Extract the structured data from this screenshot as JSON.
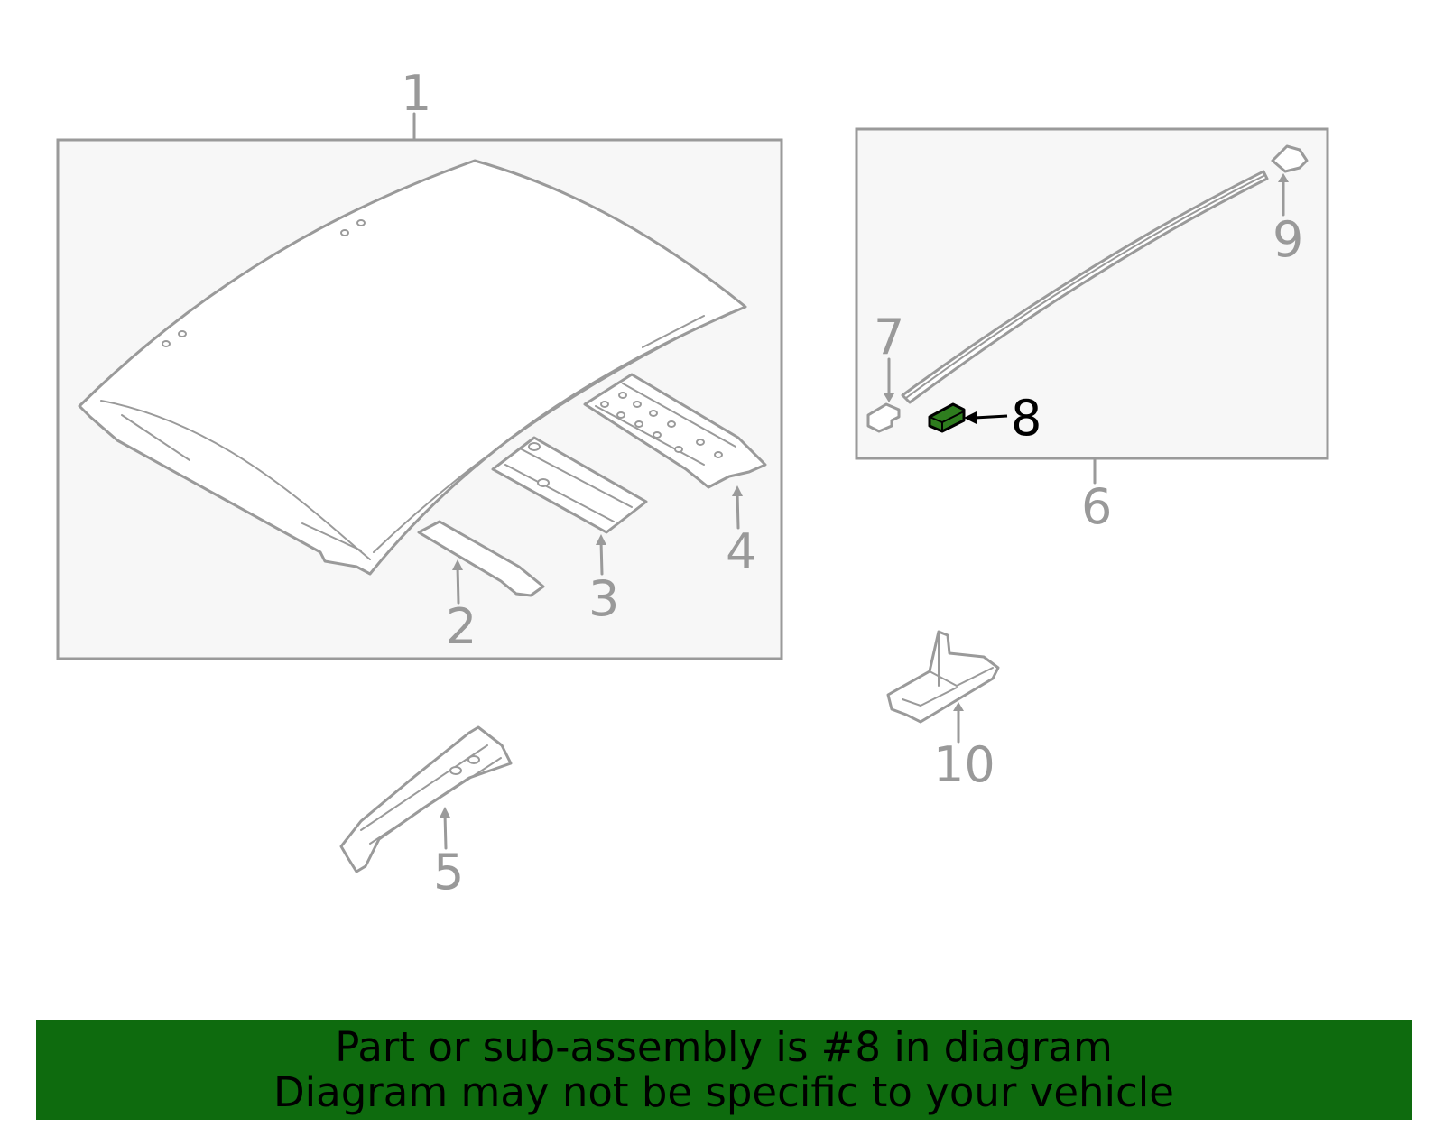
{
  "callouts": {
    "c1": "1",
    "c2": "2",
    "c3": "3",
    "c4": "4",
    "c5": "5",
    "c6": "6",
    "c7": "7",
    "c8": "8",
    "c9": "9",
    "c10": "10"
  },
  "highlighted_part": "8",
  "banner": {
    "line1": "Part or sub-assembly is #8 in diagram",
    "line2": "Diagram may not be specific to your vehicle"
  },
  "colors": {
    "banner_bg": "#0e6b0e",
    "highlight": "#2e7d1e",
    "line": "#9a9a9a"
  }
}
